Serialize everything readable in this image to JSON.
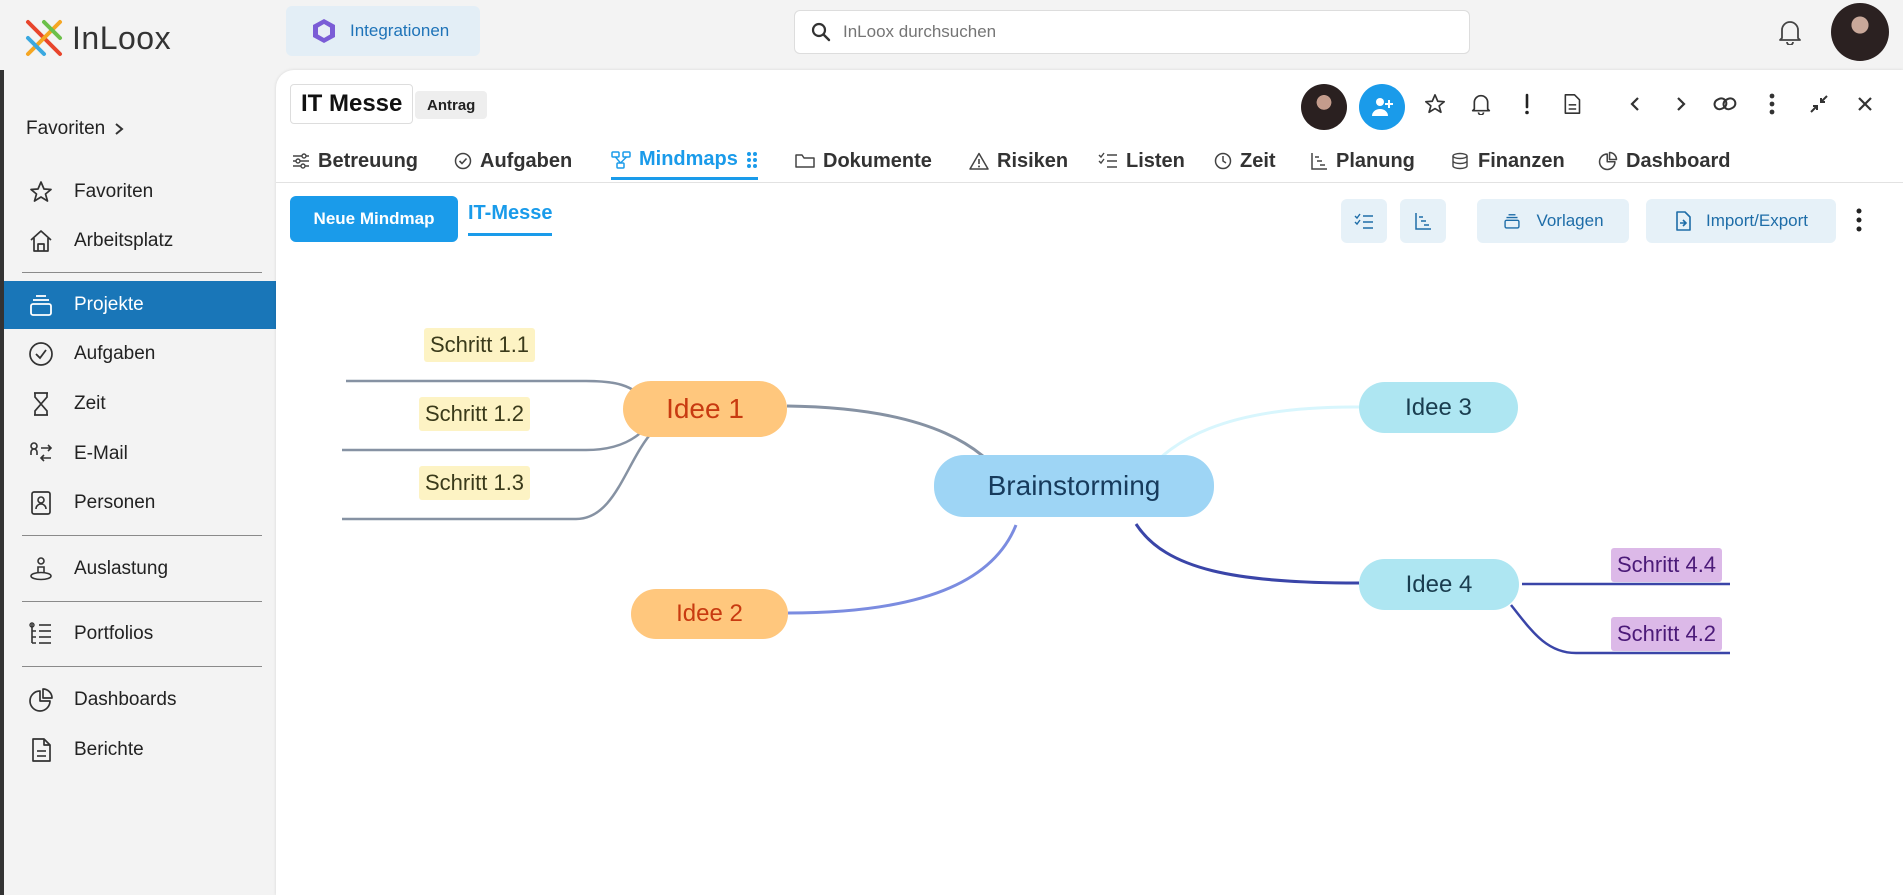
{
  "app": {
    "name": "InLoox"
  },
  "top": {
    "integrations": "Integrationen",
    "search_placeholder": "InLoox durchsuchen"
  },
  "sidebar": {
    "favorites_header": "Favoriten",
    "items": [
      {
        "label": "Favoriten"
      },
      {
        "label": "Arbeitsplatz"
      },
      {
        "label": "Projekte"
      },
      {
        "label": "Aufgaben"
      },
      {
        "label": "Zeit"
      },
      {
        "label": "E-Mail"
      },
      {
        "label": "Personen"
      },
      {
        "label": "Auslastung"
      },
      {
        "label": "Portfolios"
      },
      {
        "label": "Dashboards"
      },
      {
        "label": "Berichte"
      }
    ],
    "active": "Projekte"
  },
  "project": {
    "title": "IT Messe",
    "status": "Antrag"
  },
  "tabs": [
    {
      "label": "Betreuung"
    },
    {
      "label": "Aufgaben"
    },
    {
      "label": "Mindmaps"
    },
    {
      "label": "Dokumente"
    },
    {
      "label": "Risiken"
    },
    {
      "label": "Listen"
    },
    {
      "label": "Zeit"
    },
    {
      "label": "Planung"
    },
    {
      "label": "Finanzen"
    },
    {
      "label": "Dashboard"
    }
  ],
  "active_tab": "Mindmaps",
  "toolbar": {
    "new_mindmap": "Neue Mindmap",
    "current_map": "IT-Messe",
    "templates": "Vorlagen",
    "import_export": "Import/Export"
  },
  "mindmap": {
    "center": "Brainstorming",
    "ideas": {
      "idea1": "Idee 1",
      "idea2": "Idee 2",
      "idea3": "Idee 3",
      "idea4": "Idee 4"
    },
    "steps": {
      "s11": "Schritt 1.1",
      "s12": "Schritt 1.2",
      "s13": "Schritt 1.3",
      "s44": "Schritt 4.4",
      "s42": "Schritt 4.2"
    }
  },
  "colors": {
    "accent": "#1a9bea",
    "sidebar_active": "#1976b8",
    "center_node": "#9ed5f5",
    "orange_node": "#ffc77d",
    "cyan_node": "#aee6f2",
    "yellow_step": "#fdf3c4",
    "purple_step": "#dcb9e8"
  }
}
